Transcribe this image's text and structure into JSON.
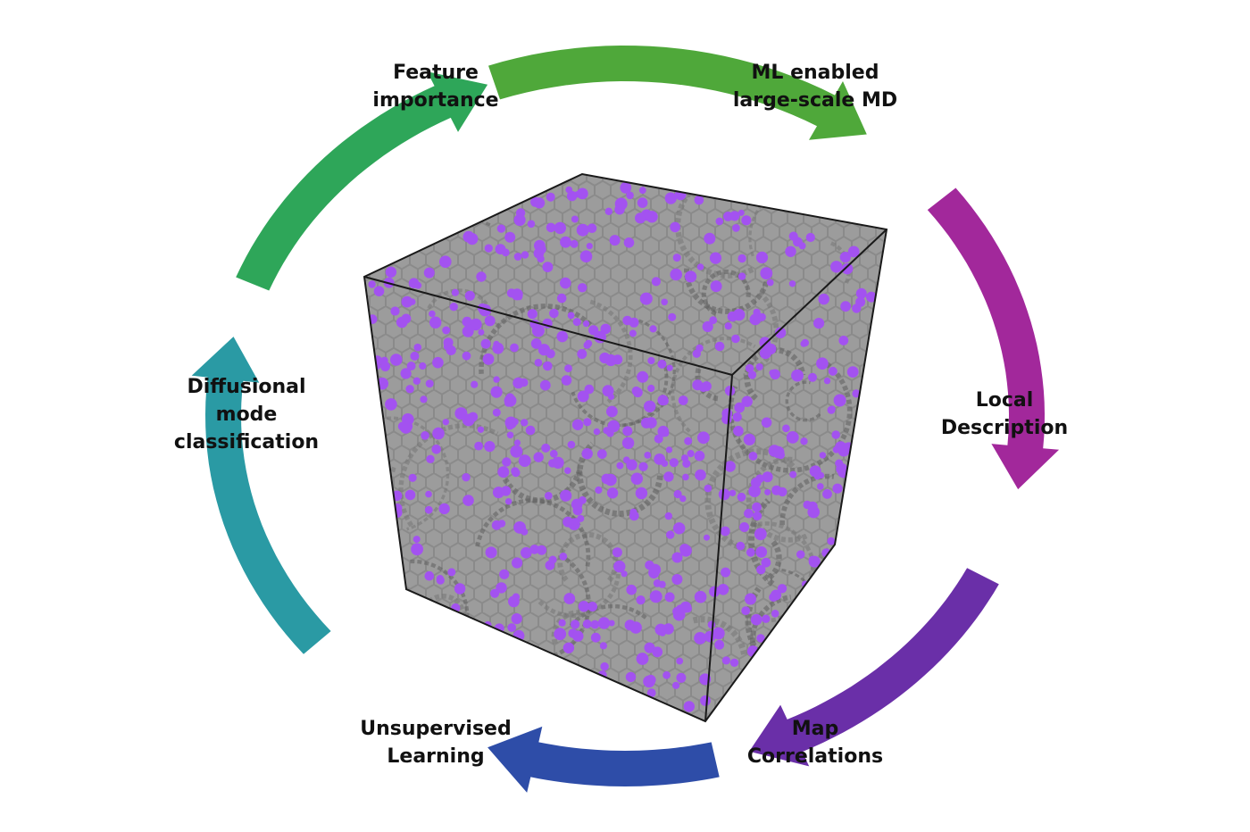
{
  "cycle": {
    "stages": [
      {
        "id": "ml-md",
        "label": "ML enabled\nlarge-scale MD"
      },
      {
        "id": "local-description",
        "label": "Local\nDescription"
      },
      {
        "id": "map-correlations",
        "label": "Map\nCorrelations"
      },
      {
        "id": "unsupervised-learning",
        "label": "Unsupervised\nLearning"
      },
      {
        "id": "diffusional-mode",
        "label": "Diffusional\nmode\nclassification"
      },
      {
        "id": "feature-importance",
        "label": "Feature\nimportance"
      }
    ],
    "arrows": [
      {
        "id": "feature-to-md",
        "color": "#4fa83a"
      },
      {
        "id": "md-to-local",
        "color": "#a2289b"
      },
      {
        "id": "local-to-map",
        "color": "#6a2fa8"
      },
      {
        "id": "map-to-unsupervised",
        "color": "#2e4da8"
      },
      {
        "id": "unsupervised-to-diffusional",
        "color": "#2a9aa4"
      },
      {
        "id": "diffusional-to-feature",
        "color": "#2ea659"
      }
    ]
  },
  "simulation_box": {
    "lattice_color": "#777777",
    "atom_color": "#a352f0",
    "edge_color": "#1a1a1a"
  }
}
